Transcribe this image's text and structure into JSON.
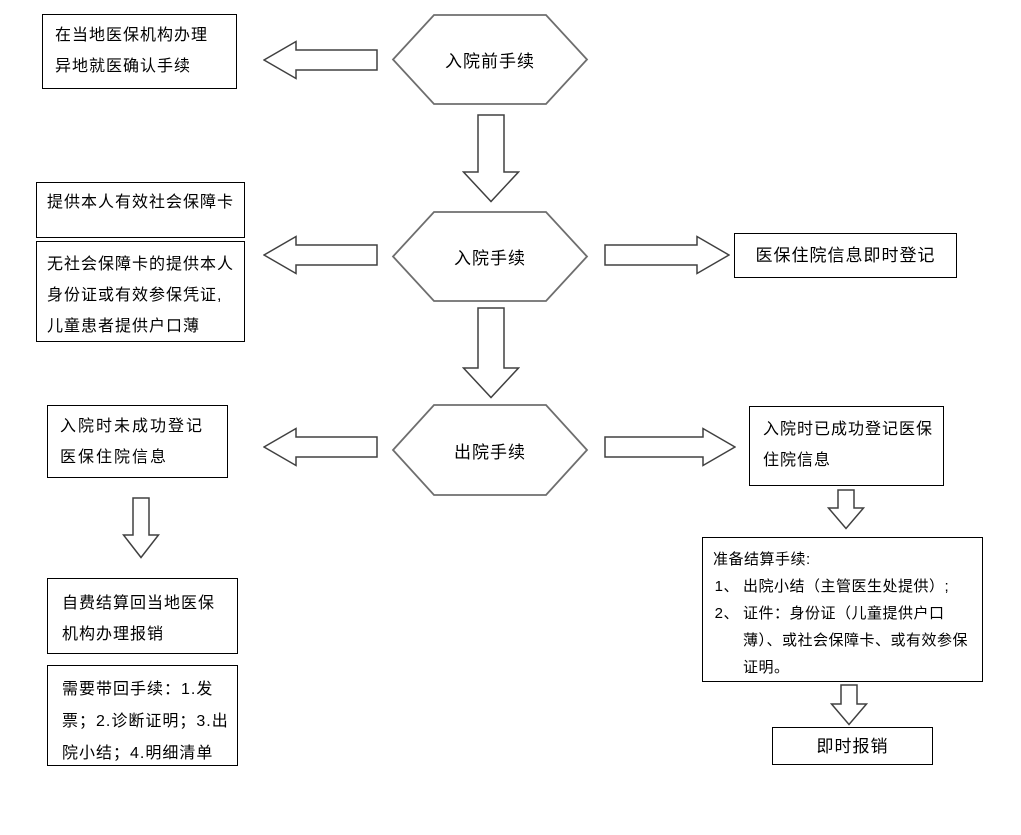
{
  "nodes": {
    "pre_admission": {
      "label": "入院前手续"
    },
    "admission": {
      "label": "入院手续"
    },
    "discharge": {
      "label": "出院手续"
    },
    "remote_confirm": {
      "text": "在当地医保机构办理异地就医确认手续"
    },
    "social_card": {
      "text": "提供本人有效社会保障卡"
    },
    "no_card": {
      "text": "无社会保障卡的提供本人身份证或有效参保凭证, 儿童患者提供户口薄"
    },
    "instant_registration": {
      "text": "医保住院信息即时登记"
    },
    "not_registered": {
      "text": "入院时未成功登记医保住院信息"
    },
    "registered": {
      "text": "入院时已成功登记医保住院信息"
    },
    "self_pay": {
      "text": "自费结算回当地医保机构办理报销"
    },
    "bring_back": {
      "text": "需要带回手续：1.发票；2.诊断证明；3.出院小结；4.明细清单"
    },
    "settlement": {
      "title": "准备结算手续:",
      "item_numbers": [
        "1、",
        "2、"
      ],
      "items": [
        "出院小结（主管医生处提供）;",
        "证件：身份证（儿童提供户口薄）、或社会保障卡、或有效参保证明。"
      ]
    },
    "instant_reimburse": {
      "text": "即时报销"
    }
  },
  "colors": {
    "background": "#ffffff",
    "box_border": "#000000",
    "hexagon_stroke": "#6e6e6e",
    "arrow_outline": "#404040",
    "text": "#000000"
  }
}
